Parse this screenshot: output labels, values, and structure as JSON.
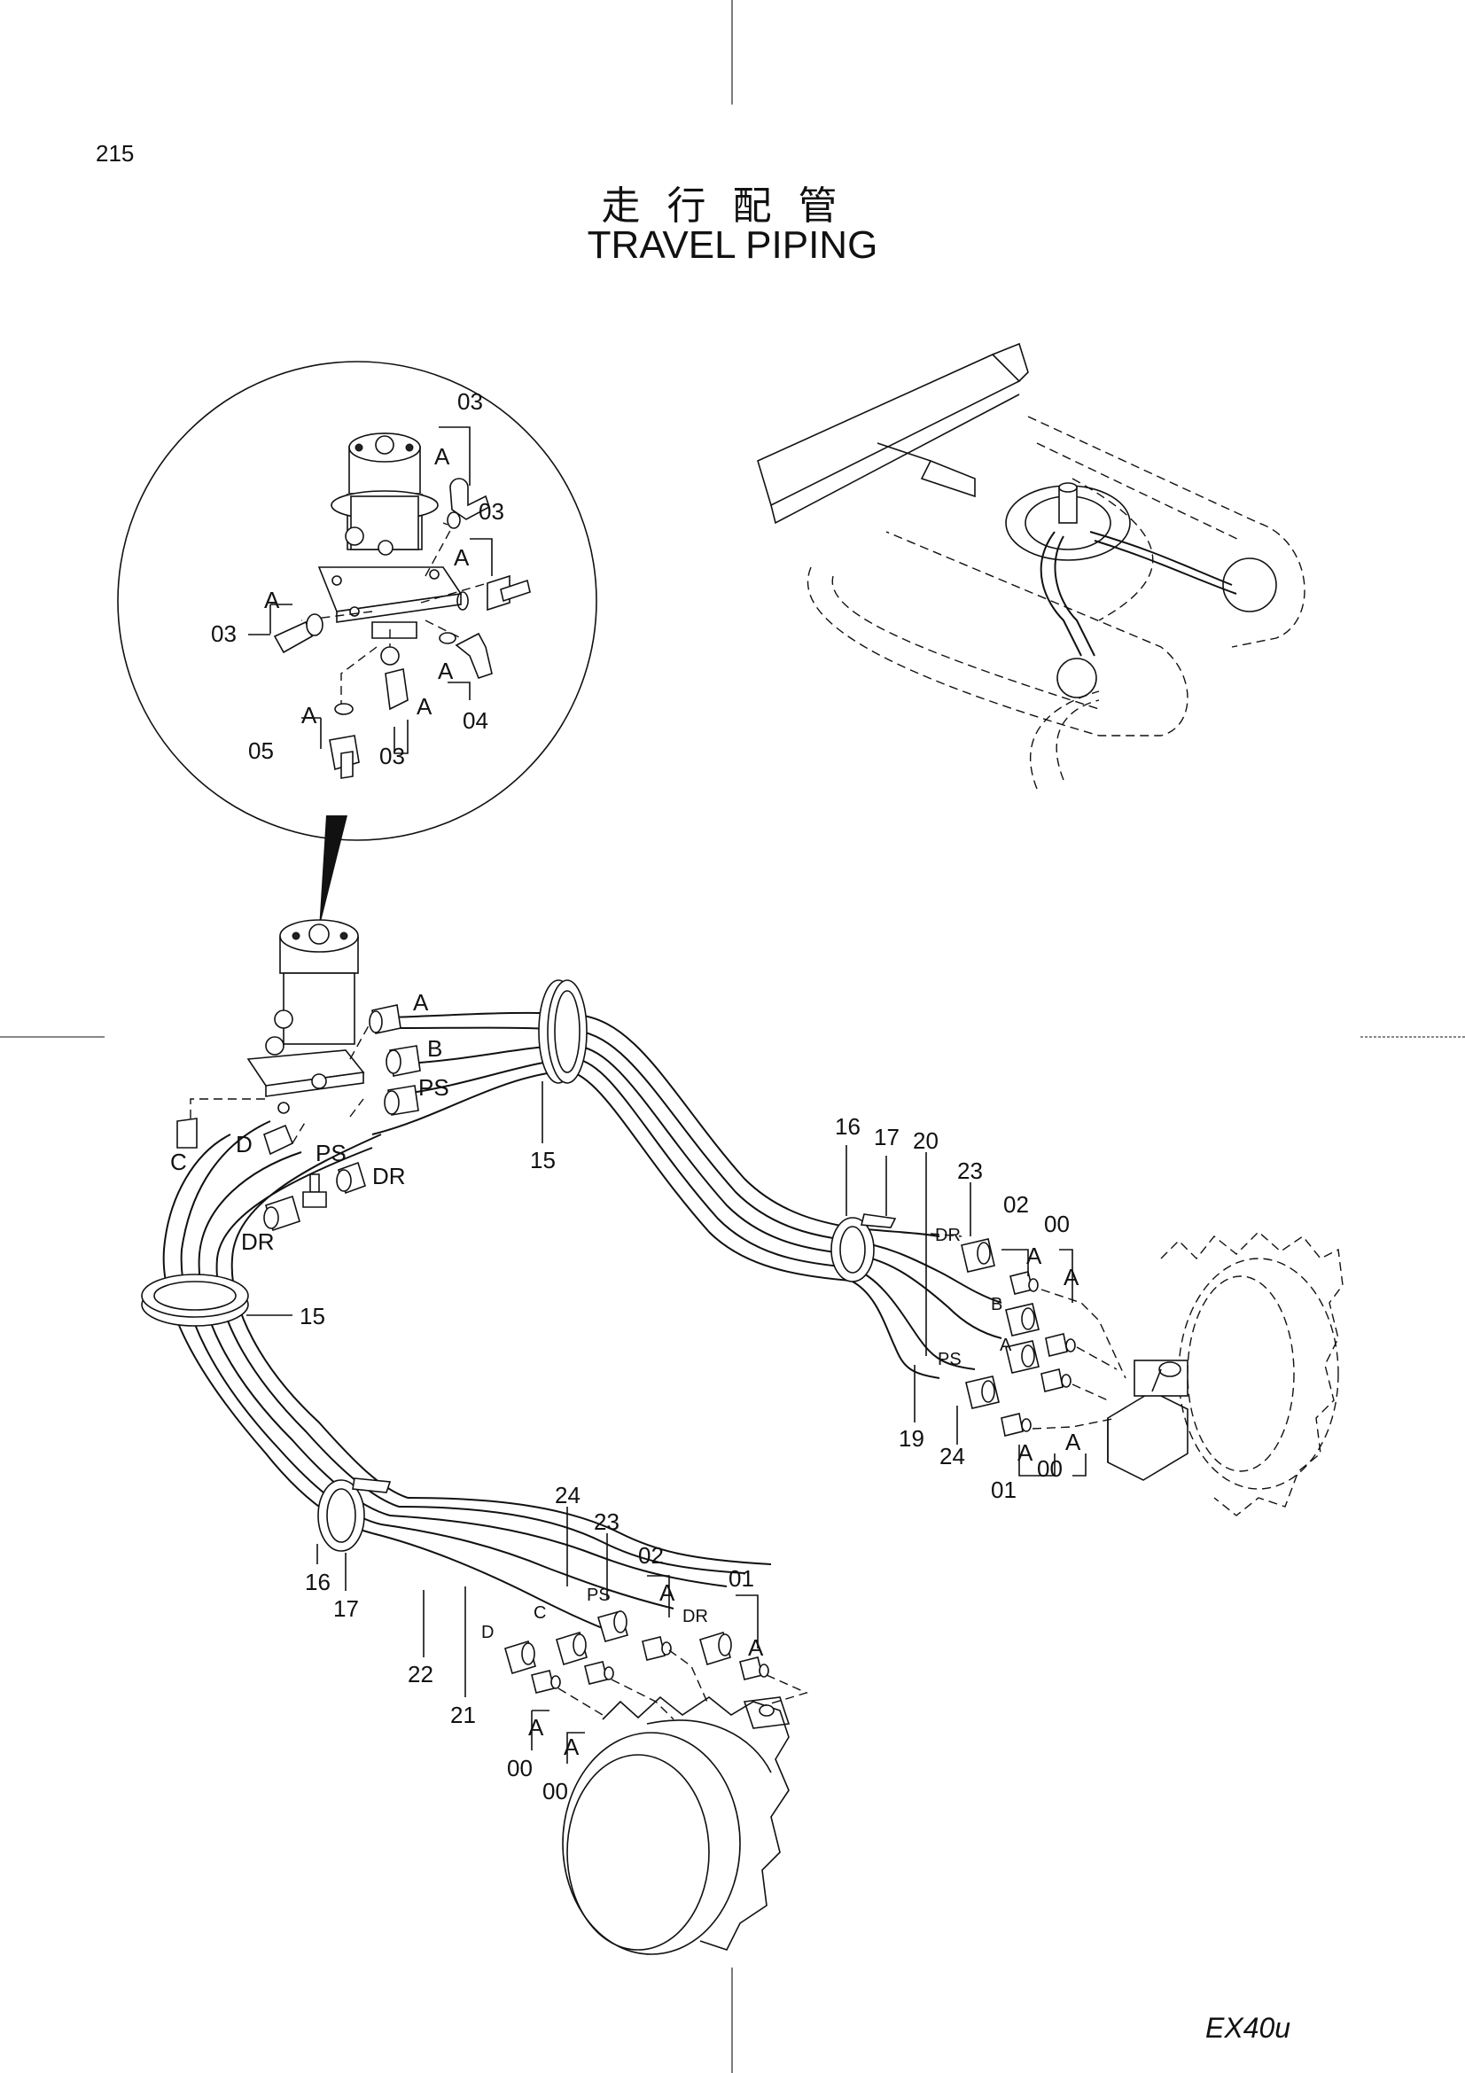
{
  "page_number": "215",
  "title_jp": "走行配管",
  "title_en": "TRAVEL PIPING",
  "model": "EX40u",
  "callouts": {
    "detail": {
      "a1": "A",
      "n03_top": "03",
      "a2": "A",
      "n03_mid": "03",
      "a3": "A",
      "n03_left": "03",
      "a4": "A",
      "n04": "04",
      "a5": "A",
      "n03_bot": "03",
      "a6": "A",
      "n05": "05"
    },
    "swivel": {
      "port_a": "A",
      "port_b": "B",
      "port_ps": "PS",
      "port_d": "D",
      "port_c": "C",
      "port_ps2": "PS",
      "port_dr": "DR",
      "port_dr2": "DR"
    },
    "clamps": {
      "n15_top": "15",
      "n15_left": "15",
      "n16_right": "16",
      "n17_right": "17",
      "n16_left": "16",
      "n17_left": "17"
    },
    "right_motor": {
      "n20": "20",
      "n23": "23",
      "n02": "02",
      "n00_top": "00",
      "dr": "DR",
      "a_top1": "A",
      "a_top2": "A",
      "b": "B",
      "a_port": "A",
      "ps": "PS",
      "n19": "19",
      "n24": "24",
      "n01": "01",
      "n00_bot": "00",
      "a_bot1": "A",
      "a_bot2": "A"
    },
    "left_motor": {
      "n24": "24",
      "n23": "23",
      "n02": "02",
      "n01": "01",
      "ps": "PS",
      "dr": "DR",
      "c": "C",
      "d": "D",
      "a1": "A",
      "a2": "A",
      "a3": "A",
      "a4": "A",
      "n22": "22",
      "n21": "21",
      "n00_a": "00",
      "n00_b": "00"
    }
  }
}
